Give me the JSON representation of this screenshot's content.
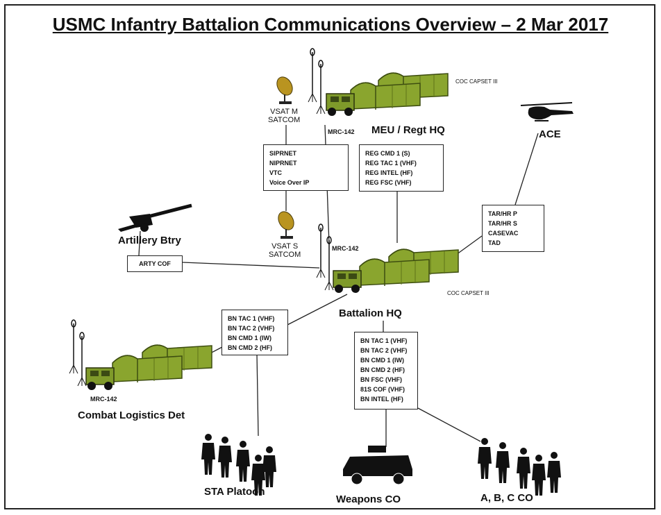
{
  "title": "USMC Infantry Battalion Communications Overview – 2 Mar 2017",
  "nodes": {
    "meu": "MEU / Regt HQ",
    "ace": "ACE",
    "artillery": "Artillery Btry",
    "battalion": "Battalion HQ",
    "combat_logistics": "Combat Logistics Det",
    "sta": "STA Platoon",
    "weapons": "Weapons CO",
    "companies": "A, B, C  CO"
  },
  "equipment": {
    "vsat_m": [
      "VSAT M",
      "SATCOM"
    ],
    "vsat_s": [
      "VSAT S",
      "SATCOM"
    ],
    "mrc_top": "MRC-142",
    "mrc_mid": "MRC-142",
    "mrc_left": "MRC-142",
    "coc_top": "COC CAPSET III",
    "coc_mid": "COC CAPSET III"
  },
  "boxes": {
    "network": [
      "SIPRNET",
      "NIPRNET",
      "VTC",
      "Voice Over IP"
    ],
    "regiment": [
      "REG CMD 1 (S)",
      "REG TAC 1 (VHF)",
      "REG INTEL (HF)",
      "REG FSC (VHF)"
    ],
    "ace_nets": [
      "TAR/HR P",
      "TAR/HR S",
      "CASEVAC",
      "TAD"
    ],
    "arty": [
      "ARTY COF"
    ],
    "bn_left": [
      "BN TAC 1 (VHF)",
      "BN TAC 2 (VHF)",
      "BN CMD 1 (IW)",
      "BN CMD 2 (HF)"
    ],
    "bn_right": [
      "BN TAC 1 (VHF)",
      "BN TAC 2 (VHF)",
      "BN CMD 1 (IW)",
      "BN CMD 2 (HF)",
      "BN FSC (VHF)",
      "81S COF (VHF)",
      "BN INTEL (HF)"
    ]
  },
  "colors": {
    "tent": "#8aa52e",
    "tent_dark": "#5d7418",
    "vehicle": "#7f9a2a",
    "silhouette": "#111111"
  },
  "icons": [
    "satellite-dish-icon",
    "helicopter-icon",
    "howitzer-icon",
    "humvee-icon",
    "soldiers-icon",
    "tent-icon",
    "antenna-icon"
  ]
}
